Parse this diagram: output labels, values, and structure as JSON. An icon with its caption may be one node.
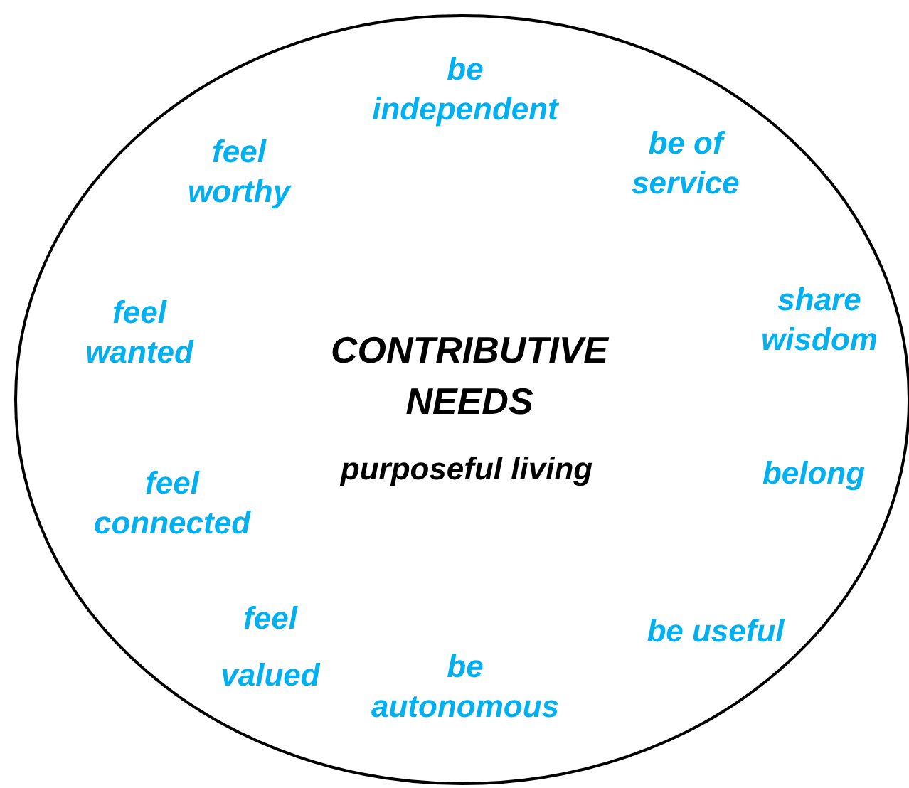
{
  "diagram": {
    "nodes": [
      {
        "text": [
          "CONTRIBUTIVE NEEDS",
          "purposeful living"
        ]
      }
    ],
    "labels": [
      "be independent",
      "be of service",
      "feel worthy",
      "share wisdom",
      "feel wanted",
      "belong",
      "feel connected",
      "be useful",
      "feel valued",
      "be autonomous"
    ]
  }
}
